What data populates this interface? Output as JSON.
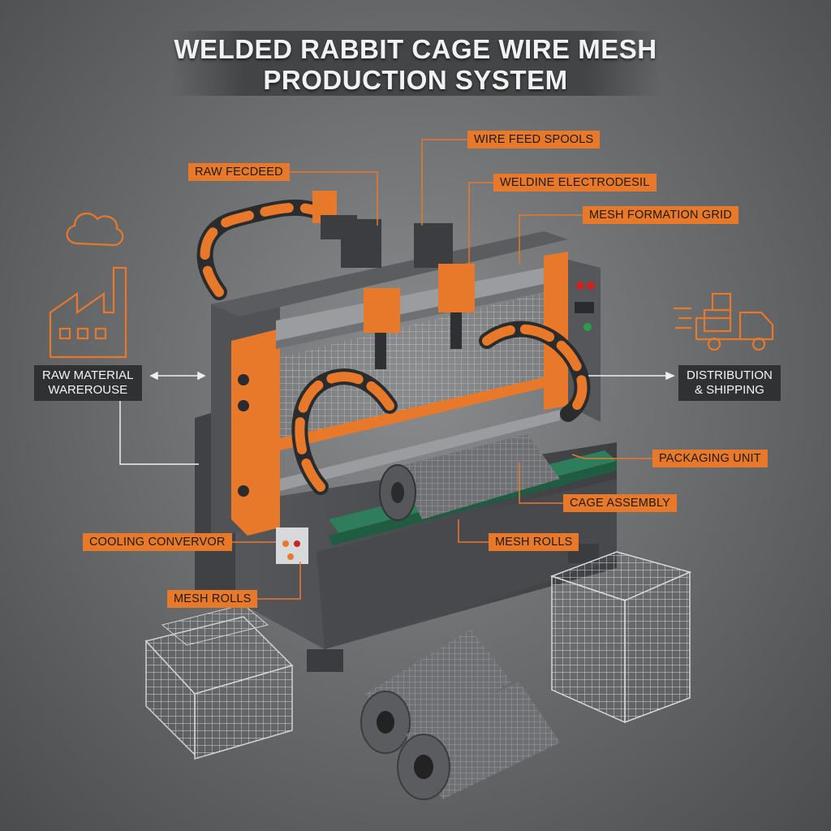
{
  "title_line1": "WELDED RABBIT CAGE WIRE MESH",
  "title_line2": "PRODUCTION SYSTEM",
  "labels": {
    "raw_feed": "RAW FECDEED",
    "wire_feed_spools": "WIRE FEED SPOOLS",
    "welding_electrodes": "WELDINE ELECTRODESIL",
    "mesh_formation_grid": "MESH FORMATION GRID",
    "packaging_unit": "PACKAGING UNIT",
    "cage_assembly": "CAGE ASSEMBLY",
    "mesh_rolls_center": "MESH ROLLS",
    "cooling_conveyor": "COOLING CONVERVOR",
    "mesh_rolls_left": "MESH ROLLS"
  },
  "side_boxes": {
    "warehouse_line1": "RAW MATERIAL",
    "warehouse_line2": "WAREROUSE",
    "distribution_line1": "DISTRIBUTION",
    "distribution_line2": "& SHIPPING"
  },
  "icons": [
    "factory-icon",
    "delivery-truck-icon"
  ],
  "colors": {
    "accent": "#e8782a",
    "machine_body": "#4b4d50",
    "conveyor_belt": "#2e7d5b",
    "label_dark": "#2f3133"
  }
}
